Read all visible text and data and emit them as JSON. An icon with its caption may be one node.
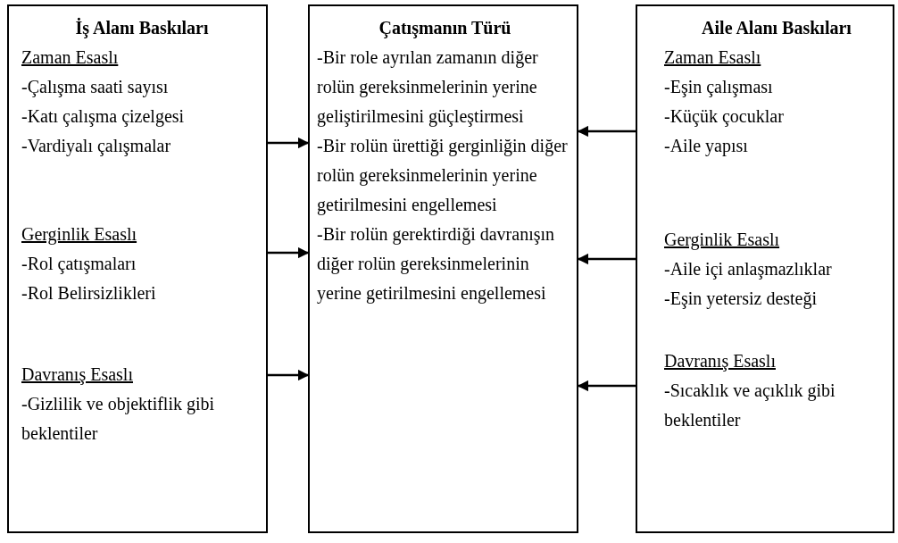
{
  "diagram": {
    "nodes": [
      {
        "text": [
          "İş Alanı Baskıları",
          "Zaman Esaslı",
          "-Çalışma saati sayısı",
          "-Katı çalışma çizelgesi",
          "-Vardiyalı çalışmalar",
          "Gerginlik Esaslı",
          "-Rol çatışmaları",
          "-Rol Belirsizlikleri",
          "Davranış Esaslı",
          "-Gizlilik ve objektiflik gibi beklentiler"
        ]
      },
      {
        "text": [
          "Çatışmanın Türü",
          "-Bir role ayrılan zamanın diğer rolün gereksinmelerinin yerine geliştirilmesini güçleştirmesi",
          "-Bir rolün ürettiği gerginliğin diğer rolün gereksinmelerinin yerine getirilmesini engellemesi",
          "-Bir rolün gerektirdiği davranışın diğer rolün gereksinmelerinin yerine getirilmesini engellemesi"
        ]
      },
      {
        "text": [
          "Aile Alanı Baskıları",
          "Zaman Esaslı",
          "-Eşin çalışması",
          "-Küçük çocuklar",
          "-Aile yapısı",
          "Gerginlik Esaslı",
          "-Aile içi anlaşmazlıklar",
          "-Eşin yetersiz desteği",
          "Davranış Esaslı",
          "-Sıcaklık ve açıklık gibi beklentiler"
        ]
      }
    ],
    "edges": [
      {
        "from": 0,
        "to": 1,
        "arrow": "to"
      },
      {
        "from": 0,
        "to": 1,
        "arrow": "to"
      },
      {
        "from": 0,
        "to": 1,
        "arrow": "to"
      },
      {
        "from": 2,
        "to": 1,
        "arrow": "to"
      },
      {
        "from": 2,
        "to": 1,
        "arrow": "to"
      },
      {
        "from": 2,
        "to": 1,
        "arrow": "to"
      }
    ]
  }
}
